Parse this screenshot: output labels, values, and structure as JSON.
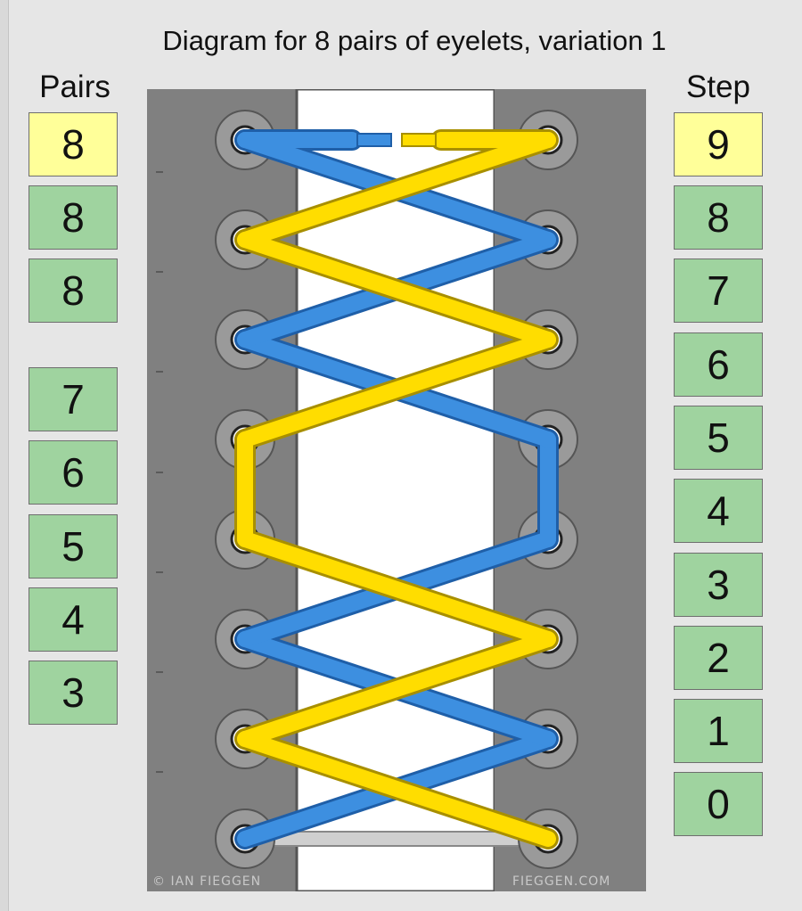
{
  "title": "Diagram for 8 pairs of eyelets, variation 1",
  "pairs": {
    "header": "Pairs",
    "items": [
      "8",
      "8",
      "8",
      "7",
      "6",
      "5",
      "4",
      "3"
    ],
    "selected_index": 0
  },
  "steps": {
    "header": "Step",
    "items": [
      "9",
      "8",
      "7",
      "6",
      "5",
      "4",
      "3",
      "2",
      "1",
      "0"
    ],
    "selected_index": 0
  },
  "diagram": {
    "credit_left": "© IAN FIEGGEN",
    "credit_right": "FIEGGEN.COM",
    "colors": {
      "blue_lace": "#3d8fe0",
      "yellow_lace": "#ffdd00",
      "shoe_panel": "#808080",
      "tongue": "#ffffff",
      "selected_box": "#ffff99",
      "box": "#9fd39f"
    }
  }
}
